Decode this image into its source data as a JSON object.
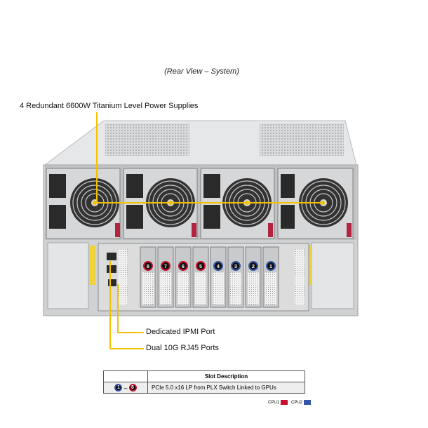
{
  "caption": "(Rear View – System)",
  "callouts": {
    "power_supplies": "4 Redundant 6600W Titanium Level Power Supplies",
    "ipmi": "Dedicated IPMI Port",
    "rj45": "Dual 10G RJ45 Ports"
  },
  "slots": [
    {
      "number": "8",
      "cpu": "CPU1"
    },
    {
      "number": "7",
      "cpu": "CPU1"
    },
    {
      "number": "6",
      "cpu": "CPU1"
    },
    {
      "number": "5",
      "cpu": "CPU1"
    },
    {
      "number": "4",
      "cpu": "CPU2"
    },
    {
      "number": "3",
      "cpu": "CPU2"
    },
    {
      "number": "2",
      "cpu": "CPU2"
    },
    {
      "number": "1",
      "cpu": "CPU2"
    }
  ],
  "table": {
    "header": "Slot Description",
    "row": {
      "range_start": "1",
      "range_separator": "–",
      "range_end": "8",
      "description": "PCIe 5.0 x16 LP from PLX Switch Linked to GPUs"
    }
  },
  "legend": [
    {
      "label": "CPU1",
      "color": "#c8102e"
    },
    {
      "label": "CPU2",
      "color": "#3456a8"
    }
  ],
  "colors": {
    "callout_line": "#f2c200"
  }
}
